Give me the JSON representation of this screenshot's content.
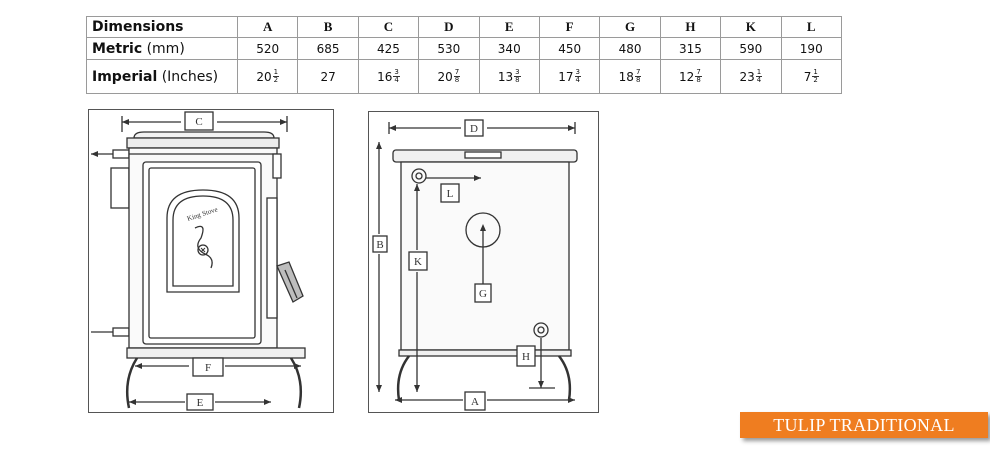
{
  "table": {
    "header_label": "Dimensions",
    "columns": [
      "A",
      "B",
      "C",
      "D",
      "E",
      "F",
      "G",
      "H",
      "K",
      "L"
    ],
    "metric_label_bold": "Metric",
    "metric_unit": "(mm)",
    "metric_values": [
      "520",
      "685",
      "425",
      "530",
      "340",
      "450",
      "480",
      "315",
      "590",
      "190"
    ],
    "imperial_label_bold": "Imperial",
    "imperial_unit": "(Inches)",
    "imperial_values": [
      {
        "whole": "20",
        "num": "1",
        "den": "2"
      },
      {
        "whole": "27",
        "num": "",
        "den": ""
      },
      {
        "whole": "16",
        "num": "3",
        "den": "4"
      },
      {
        "whole": "20",
        "num": "7",
        "den": "8"
      },
      {
        "whole": "13",
        "num": "3",
        "den": "8"
      },
      {
        "whole": "17",
        "num": "3",
        "den": "4"
      },
      {
        "whole": "18",
        "num": "7",
        "den": "8"
      },
      {
        "whole": "12",
        "num": "7",
        "den": "8"
      },
      {
        "whole": "23",
        "num": "1",
        "den": "4"
      },
      {
        "whole": "7",
        "num": "1",
        "den": "2"
      }
    ]
  },
  "front_view": {
    "labels": {
      "c": "C",
      "f": "F",
      "e": "E"
    },
    "door_badge_text": "King Stove"
  },
  "top_view": {
    "labels": {
      "d": "D",
      "b": "B",
      "l": "L",
      "k": "K",
      "g": "G",
      "h": "H",
      "a": "A"
    }
  },
  "banner": {
    "model_name": "TULIP TRADITIONAL",
    "color": "#ef7d20"
  }
}
